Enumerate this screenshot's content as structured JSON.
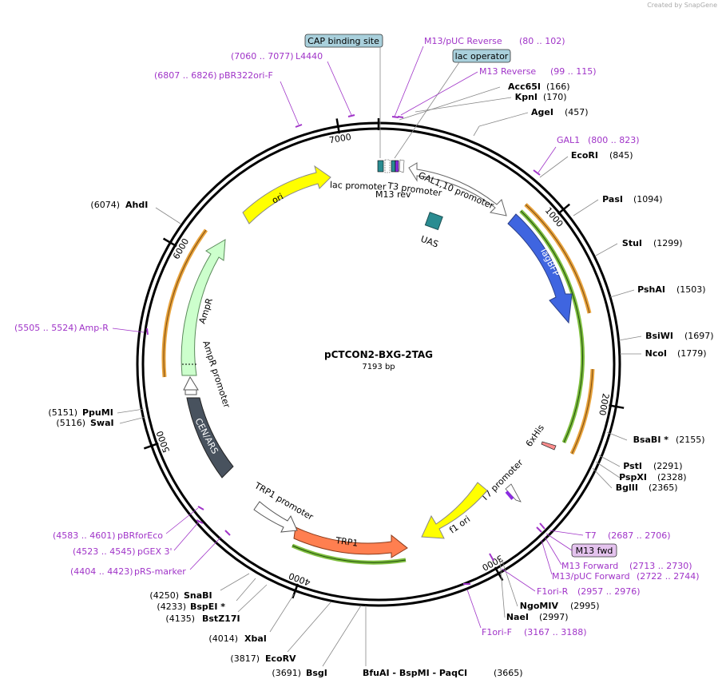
{
  "credit": "Created by SnapGene",
  "plasmid": {
    "name": "pCTCON2-BXG-2TAG",
    "length_label": "7193 bp",
    "length": 7193
  },
  "ticks": [
    {
      "pos": 1000,
      "label": "1000"
    },
    {
      "pos": 2000,
      "label": "2000"
    },
    {
      "pos": 3000,
      "label": "3000"
    },
    {
      "pos": 4000,
      "label": "4000"
    },
    {
      "pos": 5000,
      "label": "5000"
    },
    {
      "pos": 6000,
      "label": "6000"
    },
    {
      "pos": 7000,
      "label": "7000"
    }
  ],
  "enzymes": [
    {
      "name": "Acc65I",
      "pos_label": "(166)",
      "pos": 166
    },
    {
      "name": "KpnI",
      "pos_label": "(170)",
      "pos": 170
    },
    {
      "name": "AgeI",
      "pos_label": "(457)",
      "pos": 457
    },
    {
      "name": "EcoRI",
      "pos_label": "(845)",
      "pos": 845
    },
    {
      "name": "PasI",
      "pos_label": "(1094)",
      "pos": 1094
    },
    {
      "name": "StuI",
      "pos_label": "(1299)",
      "pos": 1299
    },
    {
      "name": "PshAI",
      "pos_label": "(1503)",
      "pos": 1503
    },
    {
      "name": "BsiWI",
      "pos_label": "(1697)",
      "pos": 1697
    },
    {
      "name": "NcoI",
      "pos_label": "(1779)",
      "pos": 1779
    },
    {
      "name": "BsaBI *",
      "pos_label": "(2155)",
      "pos": 2155
    },
    {
      "name": "PstI",
      "pos_label": "(2291)",
      "pos": 2291
    },
    {
      "name": "PspXI",
      "pos_label": "(2328)",
      "pos": 2328
    },
    {
      "name": "BglII",
      "pos_label": "(2365)",
      "pos": 2365
    },
    {
      "name": "NgoMIV",
      "pos_label": "(2995)",
      "pos": 2995
    },
    {
      "name": "NaeI",
      "pos_label": "(2997)",
      "pos": 2997
    },
    {
      "name": "BfuAI - BspMI - PaqCI",
      "pos_label": "(3665)",
      "pos": 3665
    },
    {
      "name": "BsgI",
      "pos_label": "(3691)",
      "pos": 3691
    },
    {
      "name": "EcoRV",
      "pos_label": "(3817)",
      "pos": 3817
    },
    {
      "name": "XbaI",
      "pos_label": "(4014)",
      "pos": 4014
    },
    {
      "name": "BstZ17I",
      "pos_label": "(4135)",
      "pos": 4135
    },
    {
      "name": "BspEI *",
      "pos_label": "(4233)",
      "pos": 4233
    },
    {
      "name": "SnaBI",
      "pos_label": "(4250)",
      "pos": 4250
    },
    {
      "name": "SwaI",
      "pos_label": "(5116)",
      "pos": 5116
    },
    {
      "name": "PpuMI",
      "pos_label": "(5151)",
      "pos": 5151
    },
    {
      "name": "AhdI",
      "pos_label": "(6074)",
      "pos": 6074
    }
  ],
  "primers": [
    {
      "name": "M13/pUC Reverse",
      "range": "(80 .. 102)",
      "pos": 91
    },
    {
      "name": "M13 Reverse",
      "range": "(99 .. 115)",
      "pos": 107
    },
    {
      "name": "GAL1",
      "range": "(800 .. 823)",
      "pos": 811
    },
    {
      "name": "T7",
      "range": "(2687 .. 2706)",
      "pos": 2696
    },
    {
      "name": "M13 Forward",
      "range": "(2713 .. 2730)",
      "pos": 2721
    },
    {
      "name": "M13/pUC Forward",
      "range": "(2722 .. 2744)",
      "pos": 2733
    },
    {
      "name": "F1ori-R",
      "range": "(2957 .. 2976)",
      "pos": 2966
    },
    {
      "name": "F1ori-F",
      "range": "(3167 .. 3188)",
      "pos": 3177
    },
    {
      "name": "pRS-marker",
      "range": "(4404 .. 4423)",
      "pos": 4413
    },
    {
      "name": "pGEX 3'",
      "range": "(4523 .. 4545)",
      "pos": 4534
    },
    {
      "name": "pBRforEco",
      "range": "(4583 .. 4601)",
      "pos": 4592
    },
    {
      "name": "Amp-R",
      "range": "(5505 .. 5524)",
      "pos": 5514
    },
    {
      "name": "pBR322ori-F",
      "range": "(6807 .. 6826)",
      "pos": 6816
    },
    {
      "name": "L4440",
      "range": "(7060 .. 7077)",
      "pos": 7068
    }
  ],
  "boxed_features": [
    {
      "name": "CAP binding site"
    },
    {
      "name": "lac operator"
    },
    {
      "name": "M13 fwd"
    }
  ],
  "features": [
    {
      "name": "TagBFP",
      "color": "#3f65e0"
    },
    {
      "name": "GAL1,10 promoter",
      "color": "#ffffff"
    },
    {
      "name": "UAS",
      "color": "#2a8c91"
    },
    {
      "name": "lac promoter",
      "color": "#ffffff"
    },
    {
      "name": "T3 promoter",
      "color": "#ffffff"
    },
    {
      "name": "M13 rev",
      "color": "#ffffff"
    },
    {
      "name": "6xHis",
      "color": "#ff8c8c"
    },
    {
      "name": "T7 promoter",
      "color": "#ffffff"
    },
    {
      "name": "f1 ori",
      "color": "#ffff00"
    },
    {
      "name": "TRP1",
      "color": "#ff7f50"
    },
    {
      "name": "TRP1 promoter",
      "color": "#ffffff"
    },
    {
      "name": "CEN/ARS",
      "color": "#48525e"
    },
    {
      "name": "AmpR promoter",
      "color": "#ffffff"
    },
    {
      "name": "AmpR",
      "color": "#ccffcc"
    },
    {
      "name": "ori",
      "color": "#ffff00"
    }
  ],
  "colors": {
    "primer": "#a034c8",
    "orf": "#e8a33c",
    "orf_inner": "#7fbf3f",
    "box_blue": "#a9d0dc",
    "box_purple": "#e4c3ee"
  }
}
